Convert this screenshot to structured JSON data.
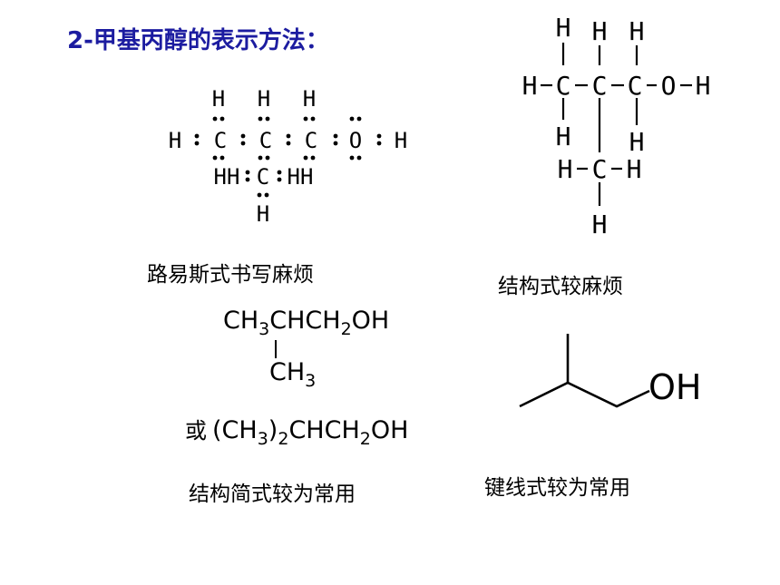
{
  "title": "2-甲基丙醇的表示方法：",
  "lewis": {
    "caption": "路易斯式书写麻烦",
    "atoms": {
      "h": "H",
      "c": "C",
      "o": "O",
      "hh": "HH"
    }
  },
  "structural": {
    "caption": "结构式较麻烦",
    "atoms": {
      "h": "H",
      "c": "C",
      "o": "O"
    }
  },
  "condensed": {
    "caption": "结构简式较为常用",
    "line1": {
      "a": "CH",
      "s1": "3",
      "b": "CHCH",
      "s2": "2",
      "c": "OH"
    },
    "branch": {
      "a": "CH",
      "s1": "3"
    },
    "alt": {
      "prefix": "或",
      "a": "(CH",
      "s1": "3",
      "b": ")",
      "s2": "2",
      "c": "CHCH",
      "s3": "2",
      "d": "OH"
    }
  },
  "skeletal": {
    "caption": "键线式较为常用",
    "oh": "OH"
  }
}
